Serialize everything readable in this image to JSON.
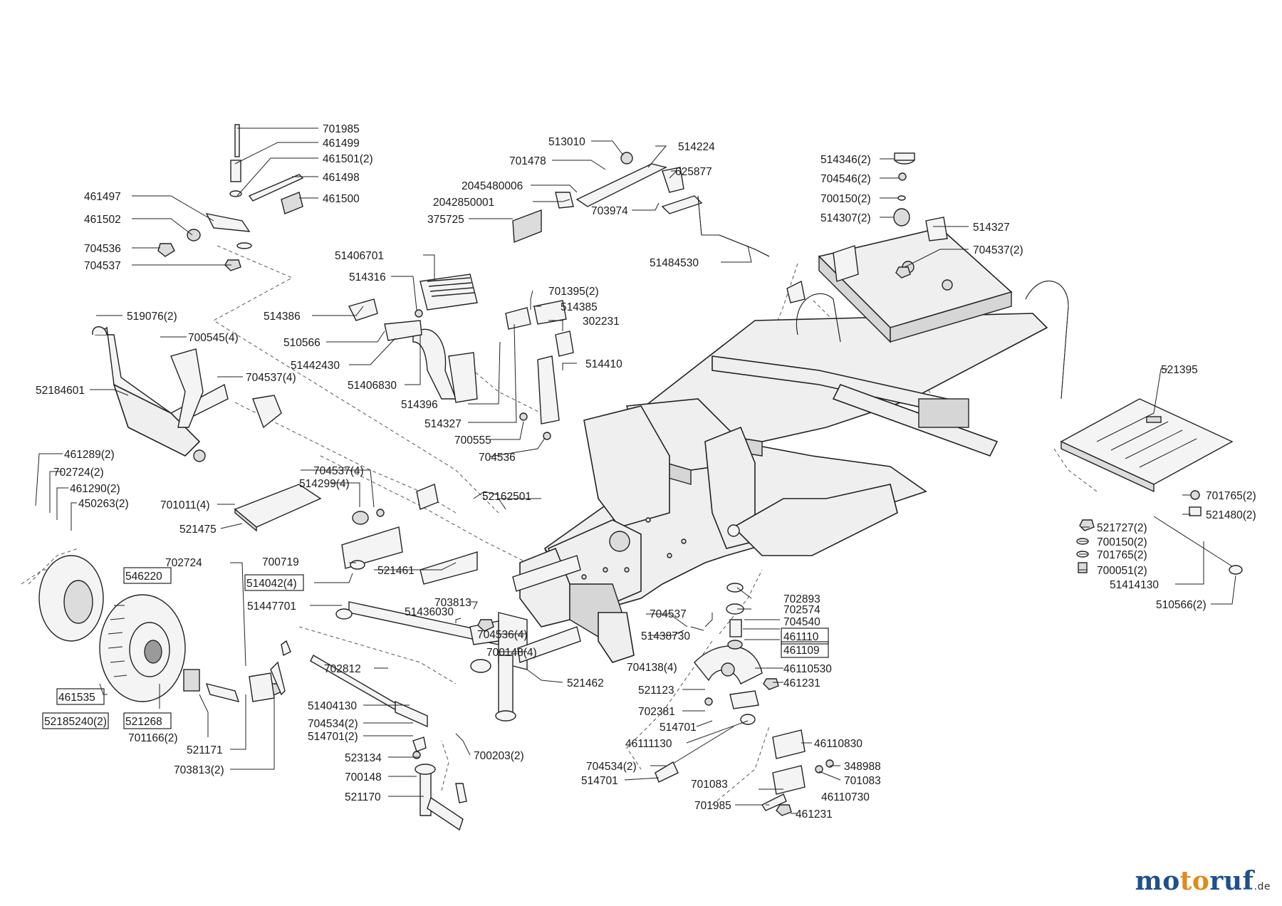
{
  "labels": [
    "701985",
    "461499",
    "461501(2)",
    "461498",
    "461500",
    "461497",
    "461502",
    "704536",
    "704537",
    "513010",
    "514224",
    "701478",
    "625877",
    "2045480006",
    "2042850001",
    "703974",
    "375725",
    "51484530",
    "514346(2)",
    "704546(2)",
    "700150(2)",
    "514307(2)",
    "514327",
    "704537(2)",
    "51406701",
    "514316",
    "519076(2)",
    "514386",
    "510566",
    "51442430",
    "51406830",
    "514396",
    "701395(2)",
    "514385",
    "302231",
    "514410",
    "700545(4)",
    "704537(4)",
    "52184601",
    "514327",
    "700555",
    "704536",
    "521395",
    "461289(2)",
    "702724(2)",
    "461290(2)",
    "450263(2)",
    "704537(4)",
    "514299(4)",
    "701011(4)",
    "521475",
    "52162501",
    "702724",
    "546220",
    "700719",
    "521461",
    "514042(4)",
    "51447701",
    "703813",
    "51436030",
    "704536(4)",
    "700148(4)",
    "521462",
    "702812",
    "461535",
    "521268",
    "52185240(2)",
    "701166(2)",
    "521171",
    "703813(2)",
    "51404130",
    "704534(2)",
    "514701(2)",
    "523134",
    "700148",
    "700203(2)",
    "521170",
    "701765(2)",
    "521480(2)",
    "521727(2)",
    "700150(2)",
    "701765(2)",
    "700051(2)",
    "51414130",
    "510566(2)",
    "702893",
    "702574",
    "704537",
    "704540",
    "461110",
    "461109",
    "51438730",
    "704138(4)",
    "46110530",
    "521123",
    "461231",
    "702381",
    "514701",
    "46111130",
    "46110830",
    "704534(2)",
    "348988",
    "514701",
    "701083",
    "701083",
    "46110730",
    "701985",
    "461231"
  ],
  "watermark": {
    "part1": "mo",
    "part2": "to",
    "part3": "ruf",
    "suffix": ".de"
  }
}
